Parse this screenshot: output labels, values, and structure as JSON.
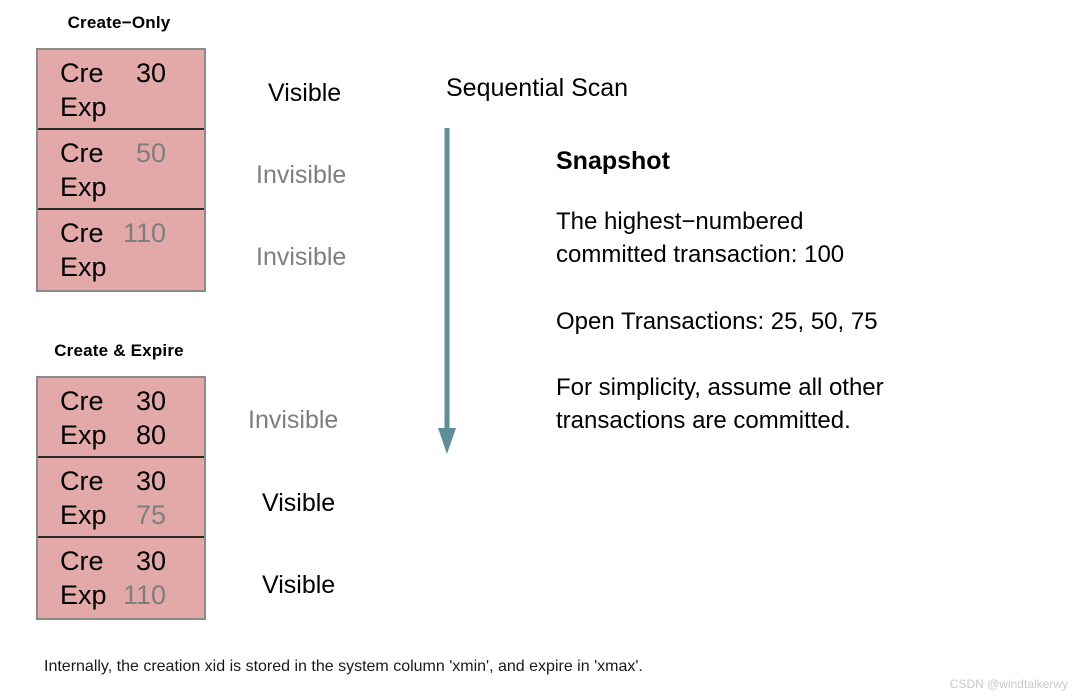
{
  "sections": {
    "create_only": {
      "caption": "Create−Only",
      "rows": [
        {
          "create_label": "Cre",
          "create_value": "30",
          "create_dim": false,
          "expire_label": "Exp",
          "expire_value": "",
          "expire_dim": false,
          "visibility": "Visible",
          "visibility_dim": false
        },
        {
          "create_label": "Cre",
          "create_value": "50",
          "create_dim": true,
          "expire_label": "Exp",
          "expire_value": "",
          "expire_dim": false,
          "visibility": "Invisible",
          "visibility_dim": true
        },
        {
          "create_label": "Cre",
          "create_value": "110",
          "create_dim": true,
          "expire_label": "Exp",
          "expire_value": "",
          "expire_dim": false,
          "visibility": "Invisible",
          "visibility_dim": true
        }
      ]
    },
    "create_expire": {
      "caption": "Create & Expire",
      "rows": [
        {
          "create_label": "Cre",
          "create_value": "30",
          "create_dim": false,
          "expire_label": "Exp",
          "expire_value": "80",
          "expire_dim": false,
          "visibility": "Invisible",
          "visibility_dim": true
        },
        {
          "create_label": "Cre",
          "create_value": "30",
          "create_dim": false,
          "expire_label": "Exp",
          "expire_value": "75",
          "expire_dim": true,
          "visibility": "Visible",
          "visibility_dim": false
        },
        {
          "create_label": "Cre",
          "create_value": "30",
          "create_dim": false,
          "expire_label": "Exp",
          "expire_value": "110",
          "expire_dim": true,
          "visibility": "Visible",
          "visibility_dim": false
        }
      ]
    }
  },
  "scan": {
    "title": "Sequential Scan",
    "arrow_color": "#5E8F97",
    "arrow_direction": "down"
  },
  "snapshot": {
    "heading": "Snapshot",
    "paragraph_1": "The highest−numbered\ncommitted transaction:  100",
    "paragraph_2": "Open Transactions: 25, 50, 75",
    "paragraph_3": "For simplicity, assume all other\ntransactions are committed.",
    "highest_committed_transaction": 100,
    "open_transactions": [
      25,
      50,
      75
    ]
  },
  "footnote": "Internally, the creation xid is stored in the system column 'xmin', and expire in 'xmax'.",
  "watermark": "CSDN @windtalkerwy",
  "colors": {
    "tuple_fill": "#E3A9A9",
    "tuple_border": "#8a8a8a",
    "tuple_divider": "#2b2b2b",
    "dim_text": "#7e7e7e",
    "arrow": "#5E8F97",
    "watermark": "#c9c9c9"
  }
}
